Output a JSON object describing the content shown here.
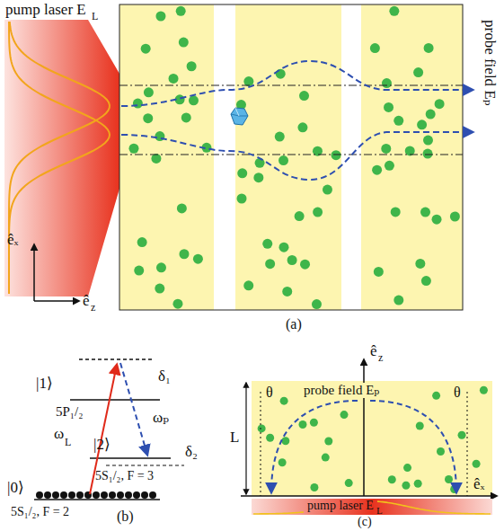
{
  "diagram": {
    "labels": [
      "pump laser E",
      "L",
      "êₓ",
      "ê",
      "z",
      "probe field Eₚ",
      "(a)",
      "|1⟩",
      "5P₁/₂",
      "δ₁",
      "ω",
      "L",
      "ωₚ",
      "|2⟩",
      "δ₂",
      "5S₁/₂, F = 3",
      "|0⟩",
      "5S₁/₂, F = 2",
      "(b)",
      "ê",
      "z",
      "probe field Eₚ",
      "L",
      "θ",
      "θ",
      "êₓ",
      "pump laser E",
      "L",
      "(c)"
    ]
  }
}
